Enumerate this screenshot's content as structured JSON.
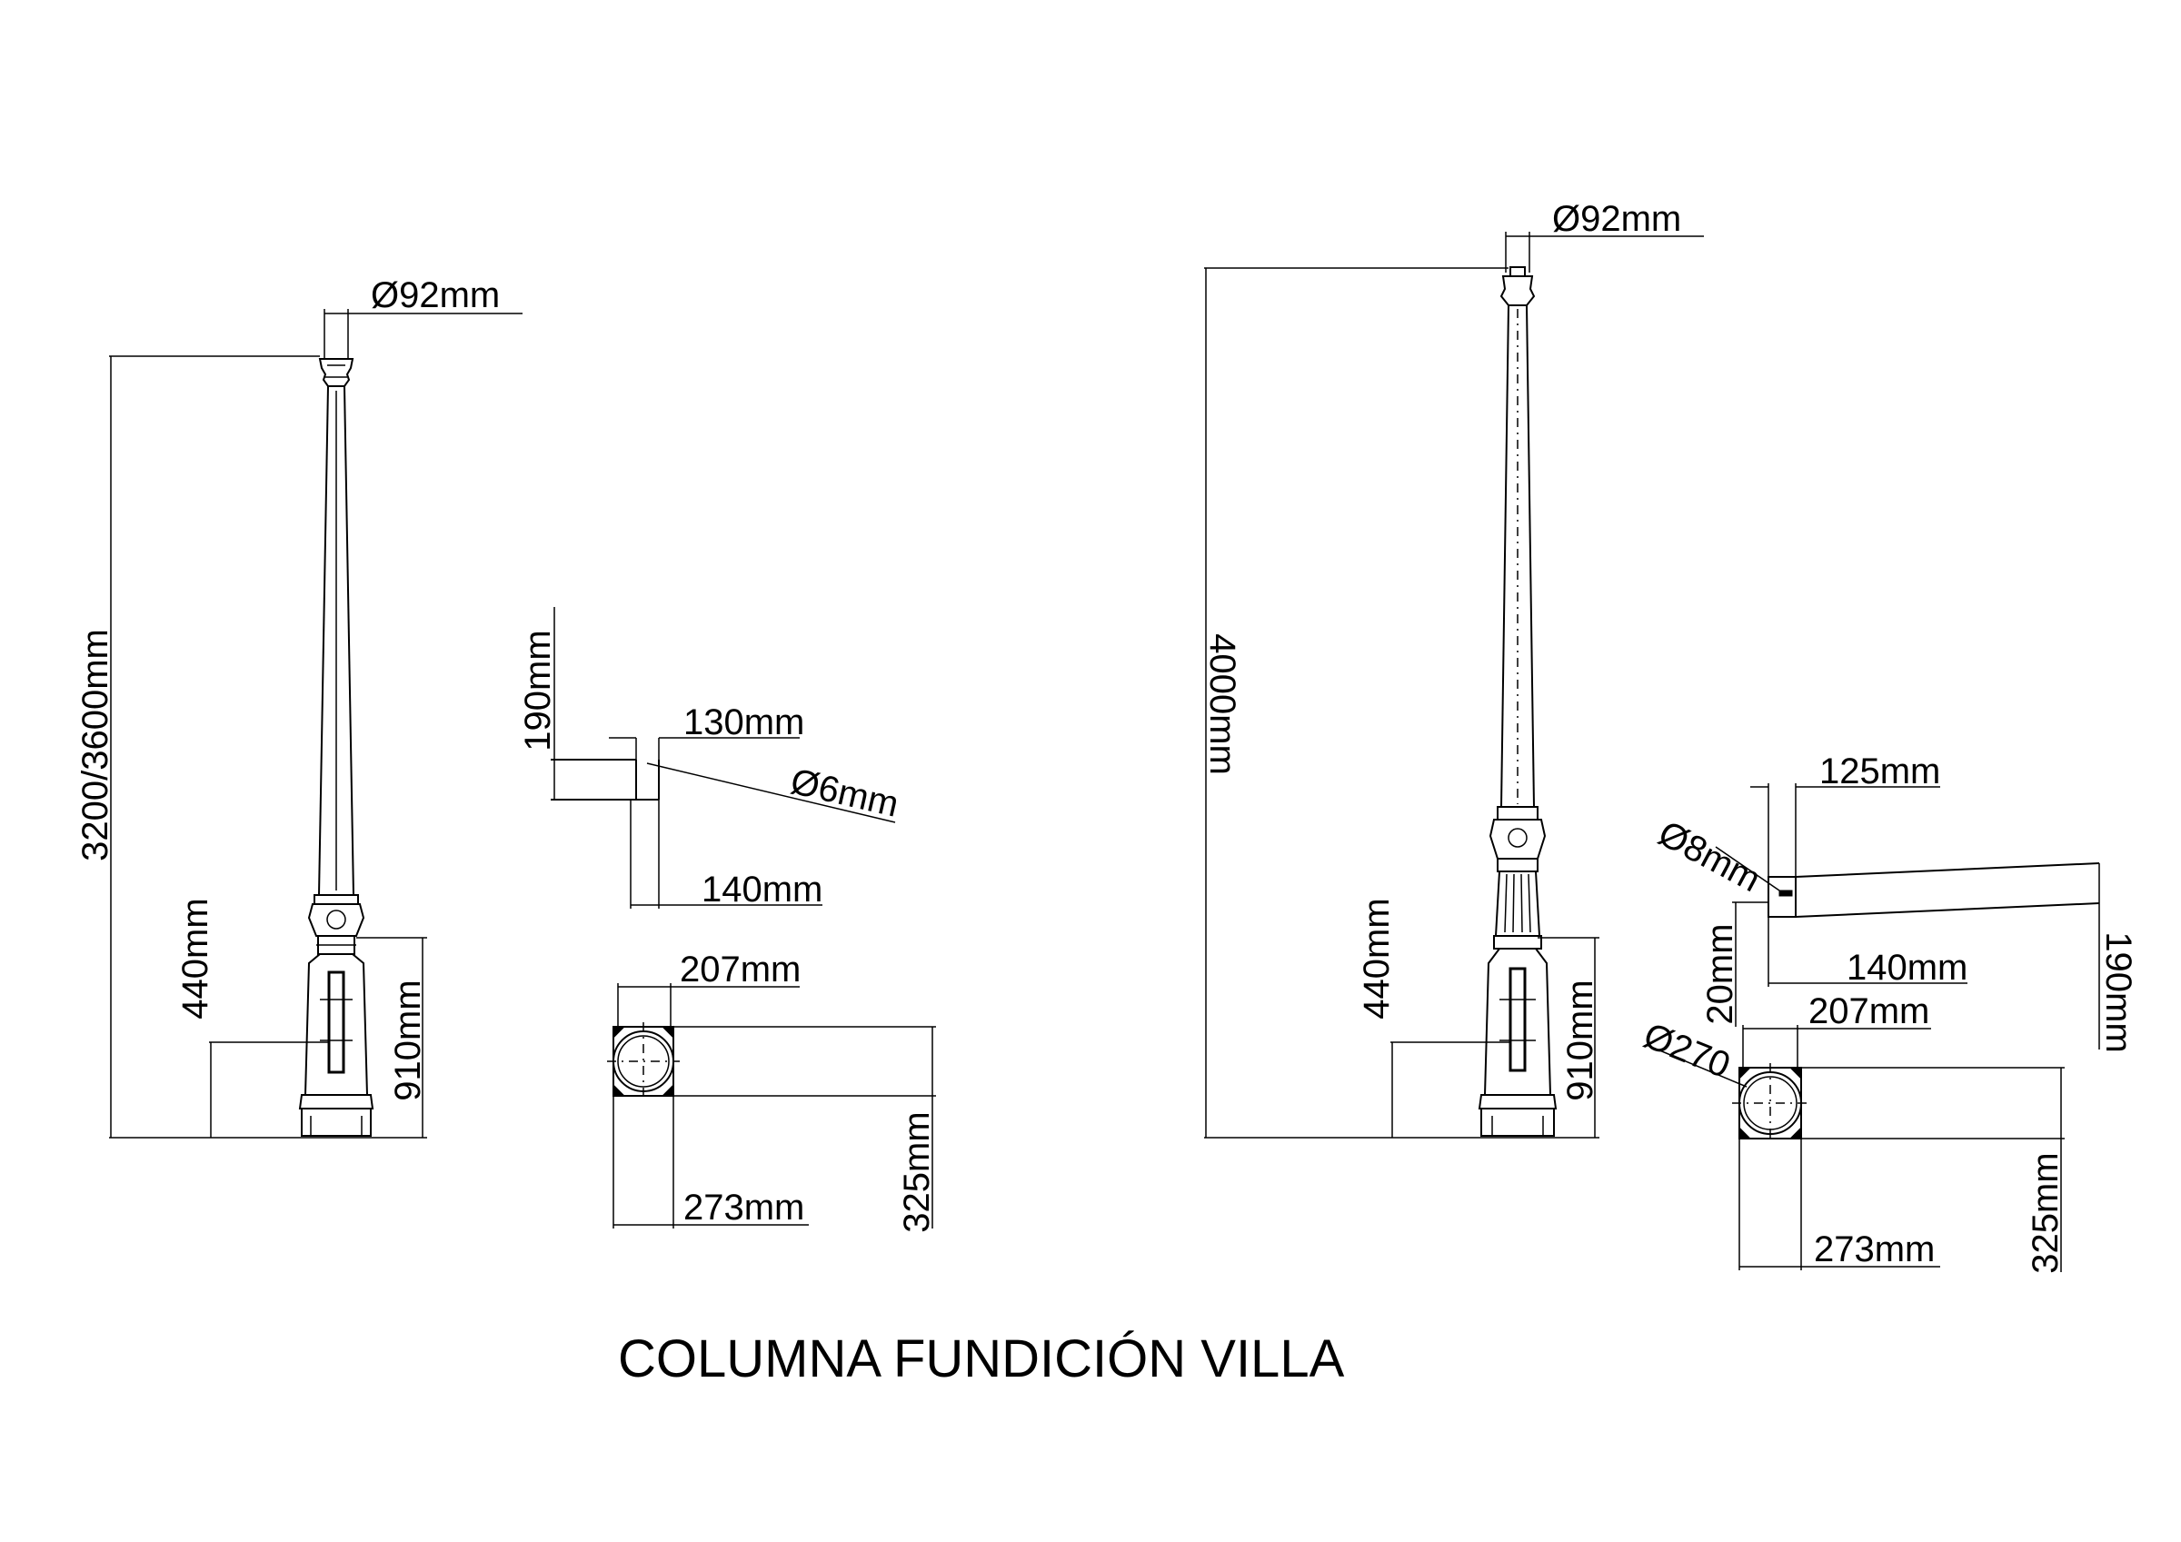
{
  "title": "COLUMNA FUNDICIÓN VILLA",
  "left_column": {
    "top_diameter": "Ø92mm",
    "total_height": "3200/3600mm",
    "base_height_440": "440mm",
    "base_height_910": "910mm"
  },
  "left_bolt": {
    "height": "190mm",
    "top_length": "130mm",
    "diameter": "Ø6mm",
    "bottom_length": "140mm"
  },
  "left_base_plate": {
    "top_width": "207mm",
    "bottom_width": "273mm",
    "side_height": "325mm"
  },
  "right_column": {
    "top_diameter": "Ø92mm",
    "total_height": "4000mm",
    "base_height_440": "440mm",
    "base_height_910": "910mm"
  },
  "right_bolt": {
    "top_length": "125mm",
    "diameter": "Ø8mm",
    "small_height": "20mm",
    "bottom_length": "140mm",
    "side_height": "190mm"
  },
  "right_base_plate": {
    "diameter": "Ø270",
    "top_width": "207mm",
    "bottom_width": "273mm",
    "side_height": "325mm"
  }
}
